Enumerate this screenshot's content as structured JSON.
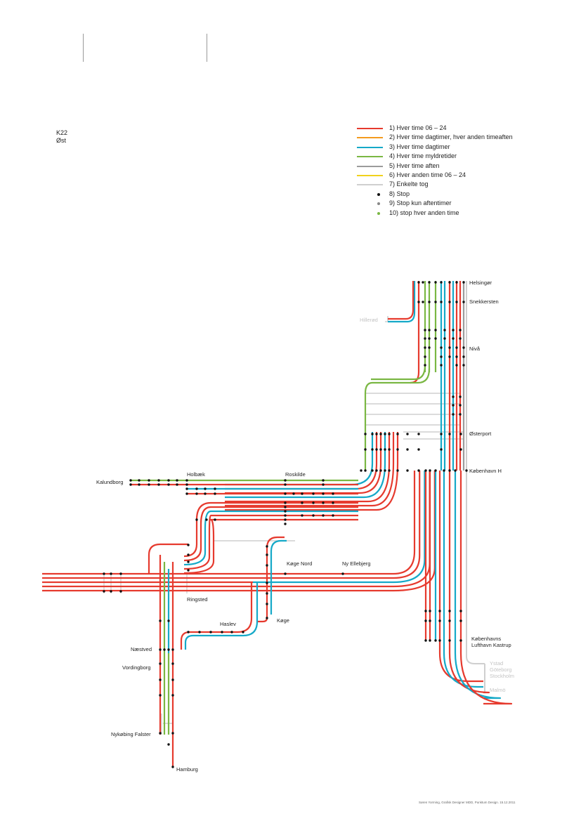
{
  "map_code": {
    "line1": "K22",
    "line2": "Øst"
  },
  "colors": {
    "red": "#e63a2e",
    "orange": "#f39a1e",
    "teal": "#15a9c8",
    "green": "#7ab743",
    "grey": "#9b9b9b",
    "yellow": "#f1d21c",
    "light": "#cfcfcf",
    "stop": "#111111"
  },
  "legend": [
    {
      "label": "1) Hver time 06 – 24",
      "color": "#e63a2e",
      "kind": "line"
    },
    {
      "label": "2) Hver time dagtimer, hver anden timeaften",
      "color": "#f39a1e",
      "kind": "line"
    },
    {
      "label": "3) Hver time dagtimer",
      "color": "#15a9c8",
      "kind": "line"
    },
    {
      "label": "4) Hver time myldretider",
      "color": "#7ab743",
      "kind": "line"
    },
    {
      "label": "5) Hver time aften",
      "color": "#9b9b9b",
      "kind": "line"
    },
    {
      "label": "6) Hver anden time 06 – 24",
      "color": "#f1d21c",
      "kind": "line"
    },
    {
      "label": "7) Enkelte tog",
      "color": "#cfcfcf",
      "kind": "line"
    },
    {
      "label": "8) Stop",
      "color": "#111111",
      "kind": "dot"
    },
    {
      "label": "9) Stop kun aftentimer",
      "color": "#888888",
      "kind": "dot"
    },
    {
      "label": "10) stop hver anden time",
      "color": "#7ab743",
      "kind": "dot"
    }
  ],
  "stations": {
    "helsingor": "Helsingør",
    "snekkersten": "Snekkersten",
    "hillerod": "Hillerød",
    "niva": "Nivå",
    "osterport": "Østerport",
    "kobenhavn_h": "København H",
    "kalundborg": "Kalundborg",
    "holbaek": "Holbæk",
    "roskilde": "Roskilde",
    "koge_nord": "Køge Nord",
    "ny_ellebjerg": "Ny Ellebjerg",
    "ringsted": "Ringsted",
    "haslev": "Haslev",
    "koge": "Køge",
    "naestved": "Næstved",
    "vordingborg": "Vordingborg",
    "nykobing": "Nykøbing Falster",
    "hamburg": "Hamburg",
    "kastrup_1": "Københavns",
    "kastrup_2": "Lufthavn Kastrup",
    "ystad": "Ystad",
    "goteborg": "Göteborg",
    "stockholm": "Stockholm",
    "malmo": "Malmö"
  },
  "footer": "Søren Yorming, Grafisk Designer MDD, Punktum Design. 15.12.2011"
}
